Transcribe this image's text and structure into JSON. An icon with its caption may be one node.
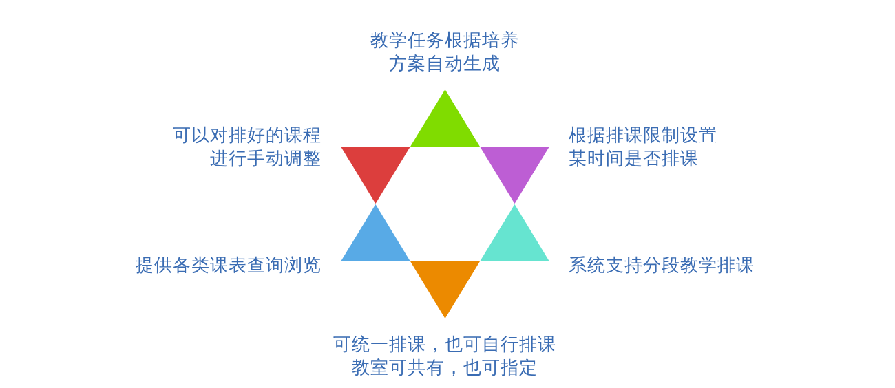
{
  "diagram": {
    "nodes": [
      {
        "text": [],
        "shape": "triangle",
        "beside": [
          "教学任务根据培养方案自动生成"
        ]
      },
      {
        "text": [],
        "shape": "triangle",
        "beside": [
          "可以对排好的课程进行手动调整"
        ]
      },
      {
        "text": [],
        "shape": "triangle",
        "beside": [
          "根据排课限制设置某时间是否排课"
        ]
      },
      {
        "text": [],
        "shape": "triangle",
        "beside": [
          "提供各类课表查询浏览"
        ]
      },
      {
        "text": [],
        "shape": "triangle",
        "beside": [
          "系统支持分段教学排课"
        ]
      },
      {
        "text": [],
        "shape": "triangle",
        "beside": [
          "可统一排课，也可自行排课教室可共有，也可指定"
        ]
      }
    ]
  }
}
